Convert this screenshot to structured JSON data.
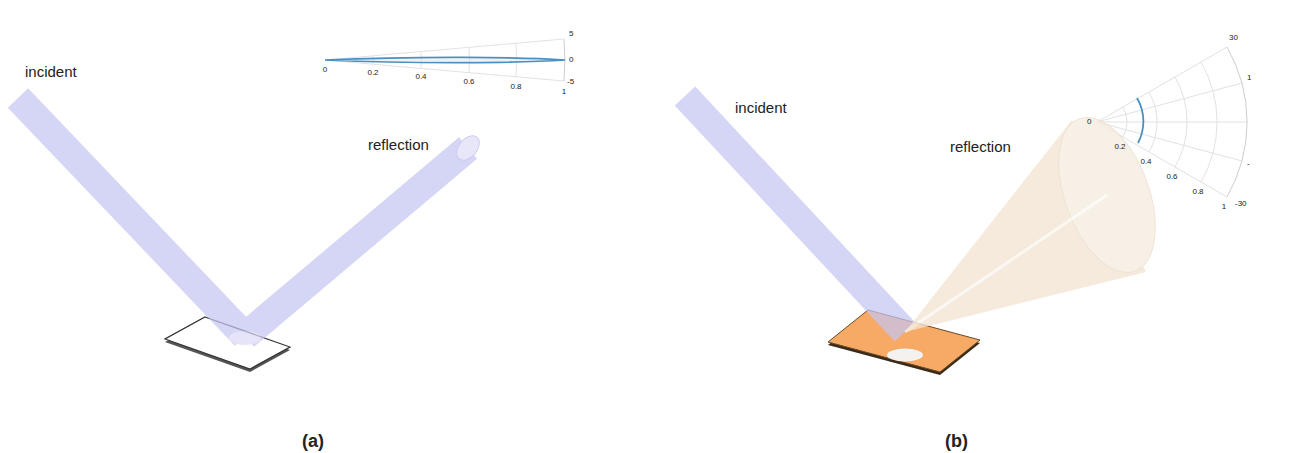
{
  "diagram": {
    "labels": [
      "incident",
      "5",
      "0",
      "-5",
      "0",
      "0.2",
      "0.4",
      "0.6",
      "0.8",
      "1",
      "reflection",
      "incident",
      "30",
      "1",
      "0",
      "reflection",
      "0.2",
      "0.4",
      "0.6",
      "0.8",
      "1",
      "-",
      "-30",
      "(a)",
      "(b)"
    ]
  }
}
